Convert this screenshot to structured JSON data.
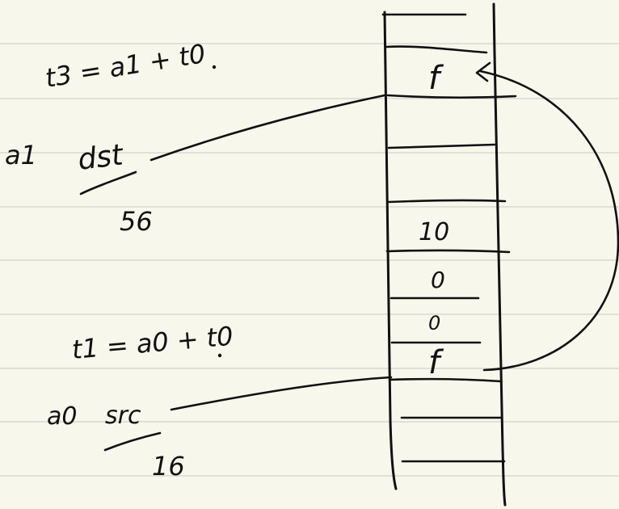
{
  "left_notes": {
    "dst_register": "a1",
    "dst_label": "dst",
    "dst_offset": "56",
    "dst_calc": "t3 = a1 + t0",
    "src_register": "a0",
    "src_label": "src",
    "src_offset": "16",
    "src_calc": "t1 = a0 + t0"
  },
  "stack_cells": {
    "dst_value": "f",
    "val_10": "10",
    "val_0_a": "0",
    "val_0_b": "0",
    "src_value": "f"
  },
  "colors": {
    "ink": "#111111",
    "paper": "#f8f7ec",
    "rule": "#d3d3cc"
  }
}
